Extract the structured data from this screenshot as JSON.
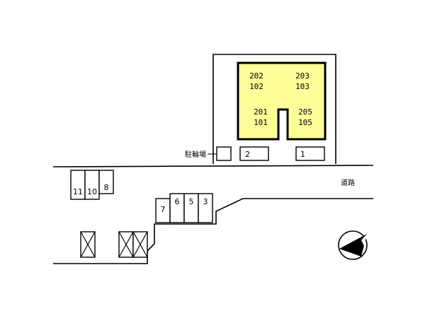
{
  "building": {
    "fill_color": "#ffff99",
    "rooms": [
      {
        "upper": "202",
        "lower": "102"
      },
      {
        "upper": "203",
        "lower": "103"
      },
      {
        "upper": "201",
        "lower": "101"
      },
      {
        "upper": "205",
        "lower": "105"
      }
    ]
  },
  "labels": {
    "bicycle_parking": "駐輪場",
    "road": "道路"
  },
  "parking_spaces": [
    "1",
    "2",
    "3",
    "5",
    "6",
    "7",
    "8",
    "10",
    "11"
  ]
}
